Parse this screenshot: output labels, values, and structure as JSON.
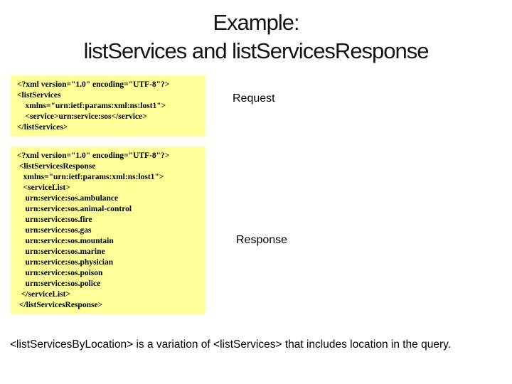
{
  "title": {
    "line1": "Example:",
    "line2": "listServices and listServicesResponse"
  },
  "request": {
    "label": "Request",
    "lines": [
      "<?xml version=\"1.0\" encoding=\"UTF-8\"?>",
      "<listServices",
      "    xmlns=\"urn:ietf:params:xml:ns:lost1\">",
      "    <service>urn:service:sos</service>",
      "</listServices>"
    ]
  },
  "response": {
    "label": "Response",
    "lines": [
      "<?xml version=\"1.0\" encoding=\"UTF-8\"?>",
      " <listServicesResponse",
      "   xmlns=\"urn:ietf:params:xml:ns:lost1\">",
      "   <serviceList>",
      "    urn:service:sos.ambulance",
      "    urn:service:sos.animal-control",
      "    urn:service:sos.fire",
      "    urn:service:sos.gas",
      "    urn:service:sos.mountain",
      "    urn:service:sos.marine",
      "    urn:service:sos.physician",
      "    urn:service:sos.poison",
      "    urn:service:sos.police",
      "  </serviceList>",
      " </listServicesResponse>"
    ]
  },
  "footer": {
    "text": "<listServicesByLocation> is a variation of <listServices> that includes location in the query."
  },
  "colors": {
    "code_box_bg": "#ffff99",
    "code_box_border": "#ffffcf",
    "code_text": "#000000",
    "title_text": "#141414",
    "body_text": "#000000",
    "slide_bg": "#ffffff"
  }
}
